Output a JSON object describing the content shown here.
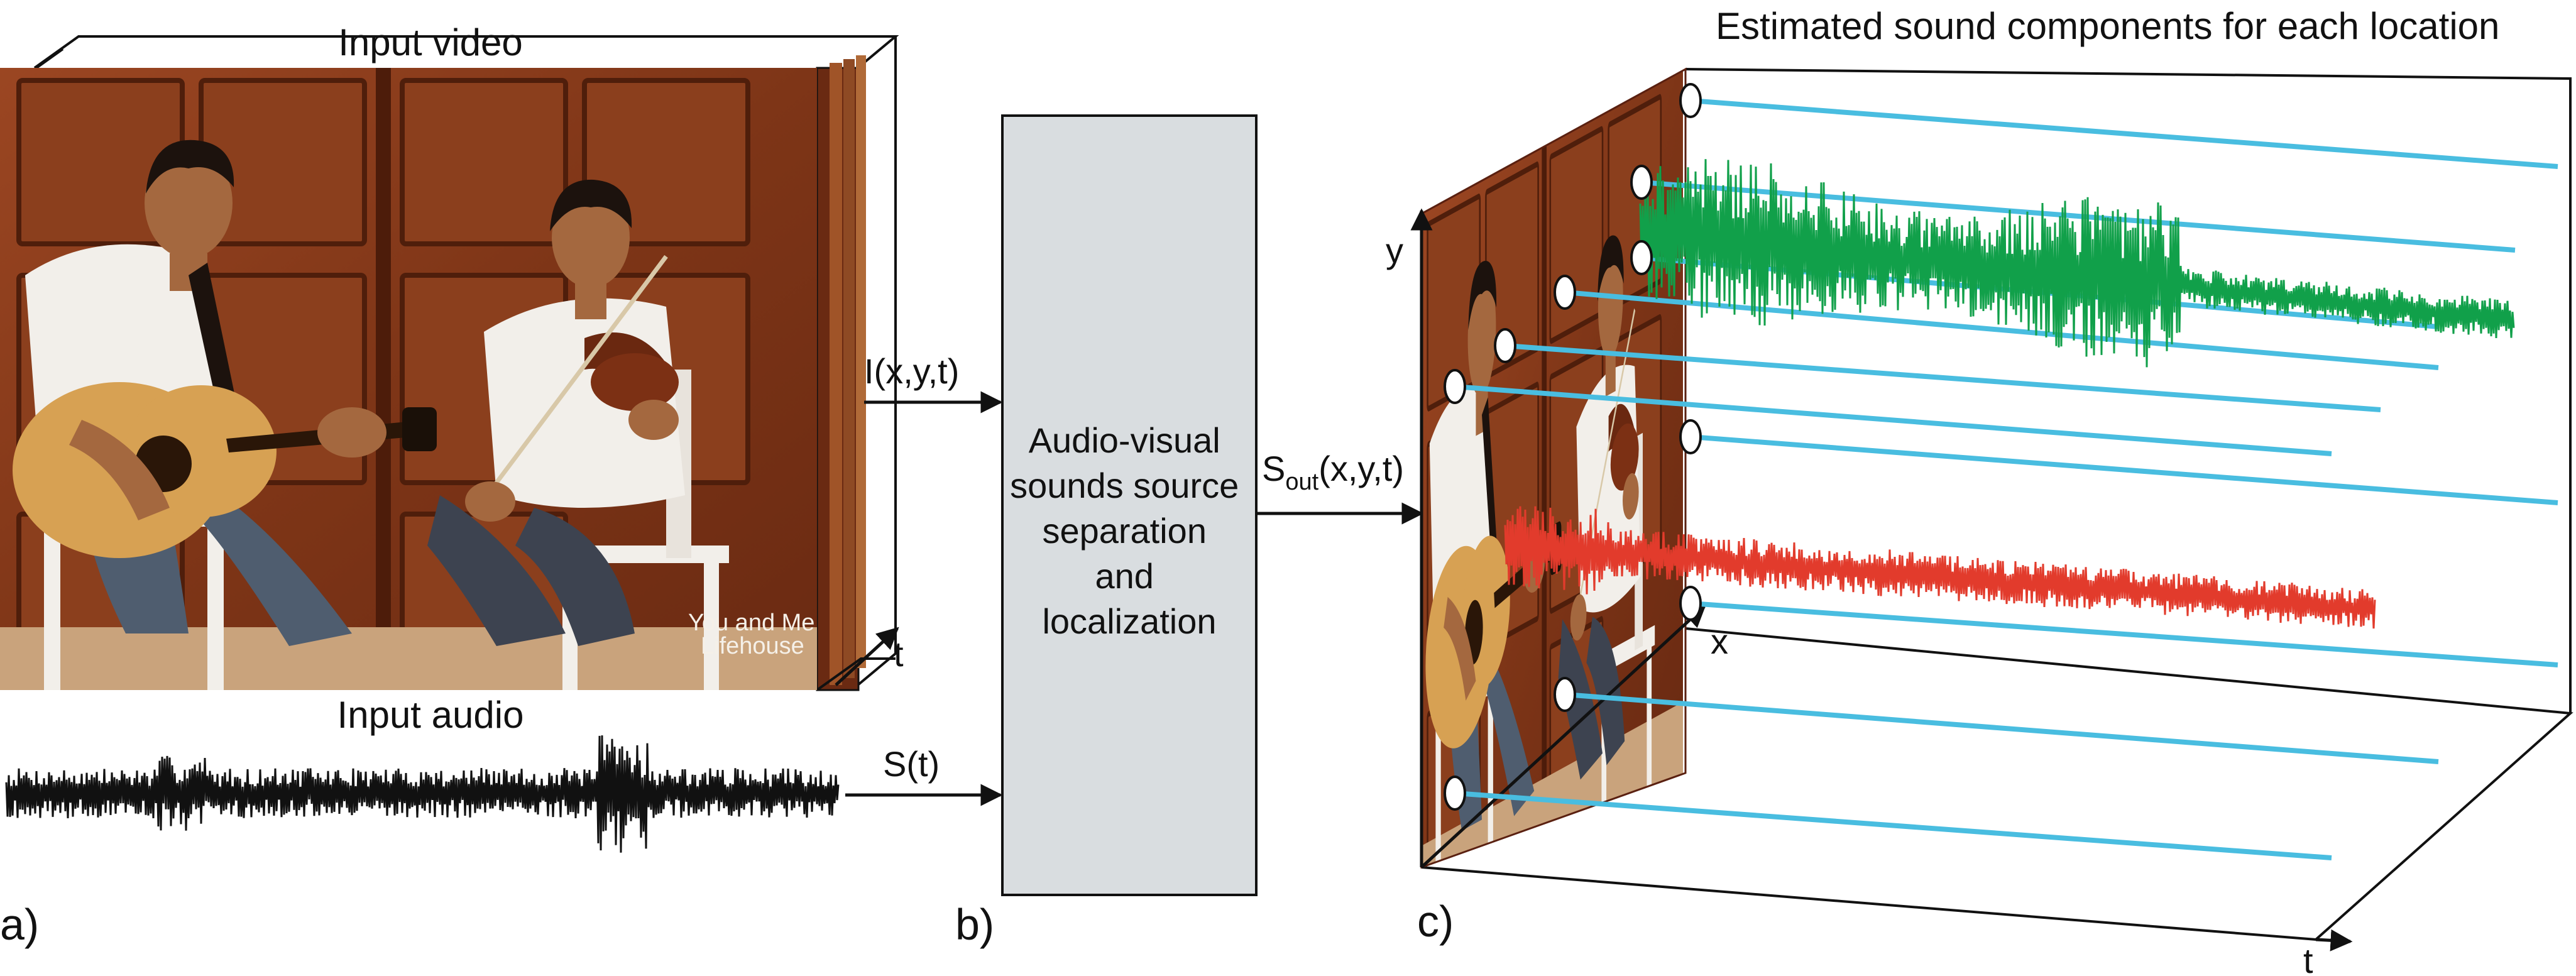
{
  "panel_a": {
    "label": "a)",
    "video_title": "Input video",
    "audio_title": "Input audio",
    "time_axis": "t",
    "video_caption_line1": "You and Me",
    "video_caption_line2": "Lifehouse"
  },
  "panel_b": {
    "label": "b)",
    "input_video_signal": "I(x,y,t)",
    "input_audio_signal": "S(t)",
    "box_lines": [
      "Audio-visual",
      "sounds source",
      "separation",
      "and",
      "localization"
    ],
    "output_signal_main": "S",
    "output_signal_sub": "out",
    "output_signal_args": "(x,y,t)"
  },
  "panel_c": {
    "label": "c)",
    "title": "Estimated sound components for each location",
    "axis_x": "x",
    "axis_y": "y",
    "axis_t": "t"
  },
  "colors": {
    "wood": "#8a3e1f",
    "wood_dark": "#5e2410",
    "shirt": "#f2efea",
    "skin": "#a4683f",
    "hair": "#1c120d",
    "guitar": "#d7a153",
    "jeans": "#4f5d6f",
    "trace": "#49bde0",
    "green_wave": "#11a04a",
    "red_wave": "#e23b2c",
    "box_fill": "#d9dde0",
    "ink": "#111111"
  }
}
